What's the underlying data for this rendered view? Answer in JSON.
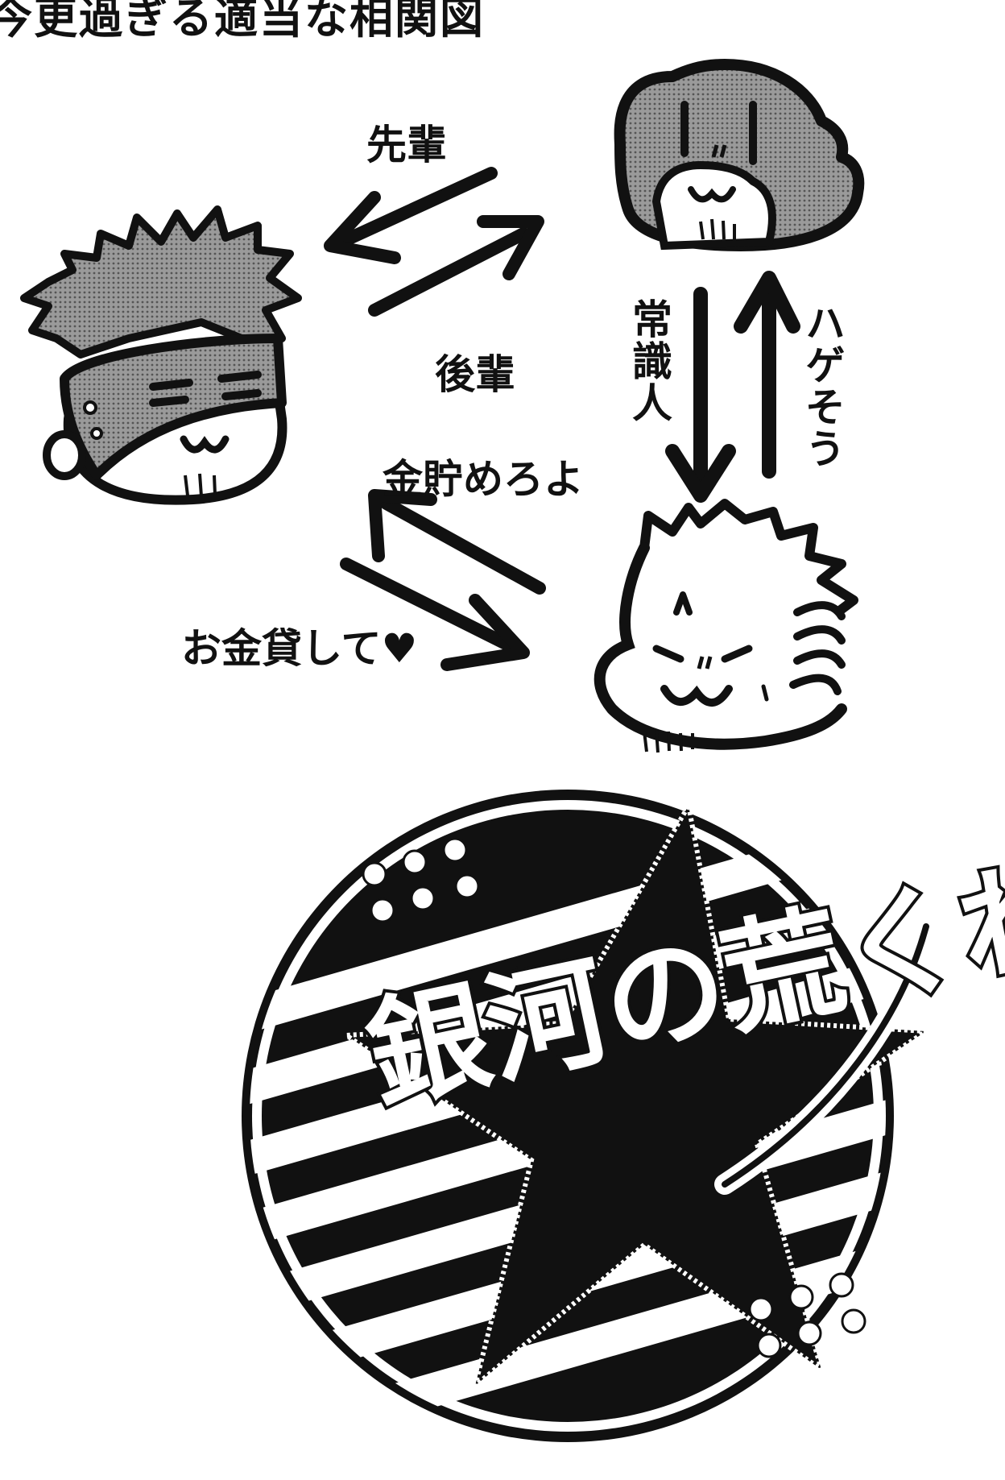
{
  "title": "今更過ぎる適当な相関図",
  "relations": {
    "senpai": "先輩",
    "kouhai": "後輩",
    "joushikijin": "常識人",
    "hagesou": "ハゲそう",
    "kane_tamero": "金貯めろよ",
    "okane_kashite": "お金貸して♥"
  },
  "logo": {
    "text": "銀河の荒くれモノ"
  },
  "colors": {
    "ink": "#111111",
    "screentone": "#8a8a8a",
    "paper": "#ffffff"
  }
}
